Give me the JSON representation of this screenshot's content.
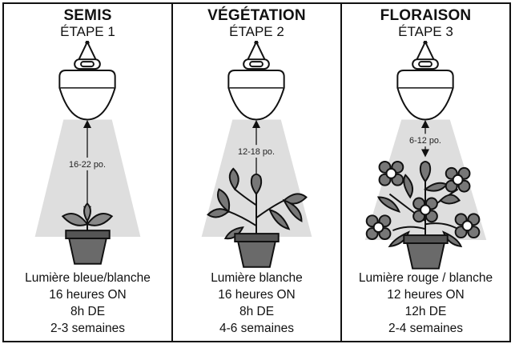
{
  "stages": [
    {
      "title": "SEMIS",
      "step": "ÉTAPE 1",
      "distance": "16-22 po.",
      "light": "Lumière bleue/blanche",
      "on_hours": "16 heures ON",
      "off_hours": "8h DE",
      "duration": "2-3 semaines"
    },
    {
      "title": "VÉGÉTATION",
      "step": "ÉTAPE 2",
      "distance": "12-18 po.",
      "light": "Lumière blanche",
      "on_hours": "16 heures ON",
      "off_hours": "8h DE",
      "duration": "4-6 semaines"
    },
    {
      "title": "FLORAISON",
      "step": "ÉTAPE 3",
      "distance": "6-12 po.",
      "light": "Lumière rouge / blanche",
      "on_hours": "12 heures ON",
      "off_hours": "12h DE",
      "duration": "2-4 semaines"
    }
  ],
  "colors": {
    "light_beam": "#dedede",
    "outline": "#111111"
  }
}
